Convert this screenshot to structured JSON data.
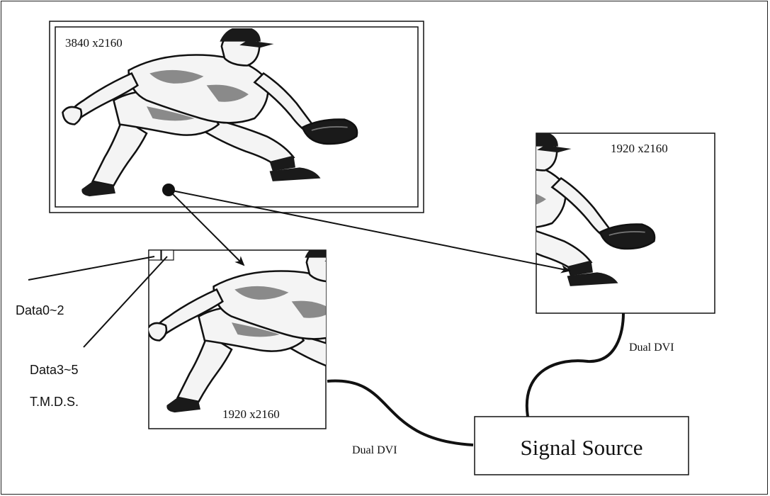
{
  "panels": {
    "full": {
      "resolution": "3840 x2160"
    },
    "right": {
      "resolution": "1920 x2160"
    },
    "left": {
      "resolution": "1920 x2160"
    }
  },
  "labels": {
    "data_lanes_0": "Data0~2",
    "data_lanes_1": "Data3~5",
    "link_type": "T.M.D.S."
  },
  "cables": {
    "right": "Dual DVI",
    "left": "Dual DVI"
  },
  "source": {
    "label": "Signal Source"
  },
  "colors": {
    "ink": "#111111",
    "shirt": "#f4f4f4",
    "shade": "#8a8a8a",
    "dark": "#1a1a1a"
  },
  "icons": {
    "player": "baseball-fielder-icon"
  }
}
